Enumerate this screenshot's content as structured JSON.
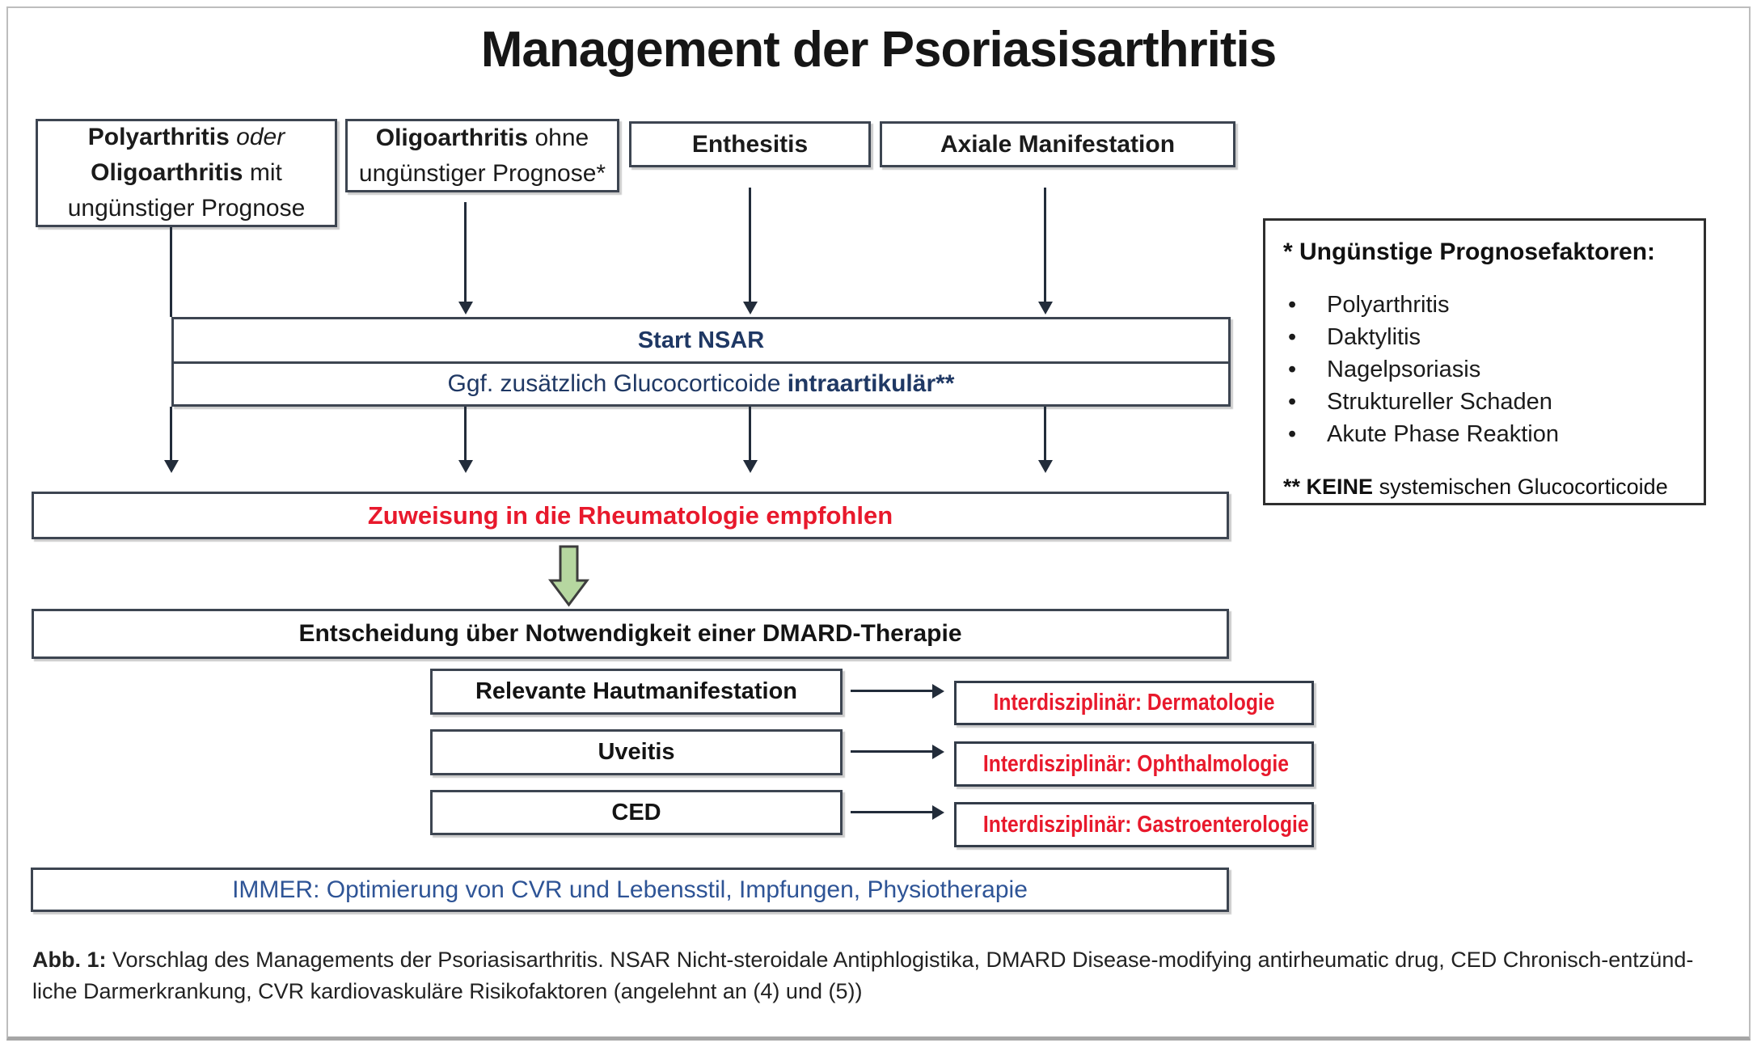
{
  "title": "Management der Psoriasisarthritis",
  "top_boxes": {
    "poly": {
      "l1_bold": "Polyarthritis",
      "l1_italic": "oder",
      "l2_bold": "Oligoarthritis",
      "l2_rest": "mit",
      "l3": "ungünstiger Prognose"
    },
    "oligo": {
      "l1_bold": "Oligoarthritis",
      "l1_rest": "ohne",
      "l2": "ungünstiger Prognose*"
    },
    "enthesitis": "Enthesitis",
    "axial": "Axiale Manifestation"
  },
  "nsar": {
    "row1": "Start NSAR",
    "row2_text": "Ggf. zusätzlich Glucocorticoide",
    "row2_bold": "intraartikulär**"
  },
  "legend": {
    "title": "* Ungünstige Prognosefaktoren:",
    "bullet": "•",
    "items": [
      "Polyarthritis",
      "Daktylitis",
      "Nagelpsoriasis",
      "Struktureller Schaden",
      "Akute Phase Reaktion"
    ],
    "footnote_bold": "** KEINE",
    "footnote_rest": "systemischen Glucocorticoide"
  },
  "referral": "Zuweisung in die Rheumatologie empfohlen",
  "decision": "Entscheidung über Notwendigkeit einer DMARD-Therapie",
  "rows": [
    {
      "left": "Relevante Hautmanifestation",
      "right": "Interdisziplinär: Dermatologie"
    },
    {
      "left": "Uveitis",
      "right": "Interdisziplinär: Ophthalmologie"
    },
    {
      "left": "CED",
      "right": "Interdisziplinär: Gastroenterologie"
    }
  ],
  "always": "IMMER: Optimierung von CVR und Lebensstil, Impfungen, Physiotherapie",
  "caption": {
    "label": "Abb. 1:",
    "line1": "Vorschlag des Managements der Psoriasisarthritis. NSAR Nicht-steroidale Antiphlogistika, DMARD Disease-modifying antirheumatic drug, CED Chronisch-entzünd-",
    "line2": "liche Darmerkrankung, CVR kardiovaskuläre Risikofaktoren (angelehnt an (4) und (5))"
  },
  "colors": {
    "navy": "#1f3864",
    "blue": "#2e5496",
    "red": "#e8192c",
    "green_fill": "#b6d7a0",
    "border": "#3d4551"
  }
}
